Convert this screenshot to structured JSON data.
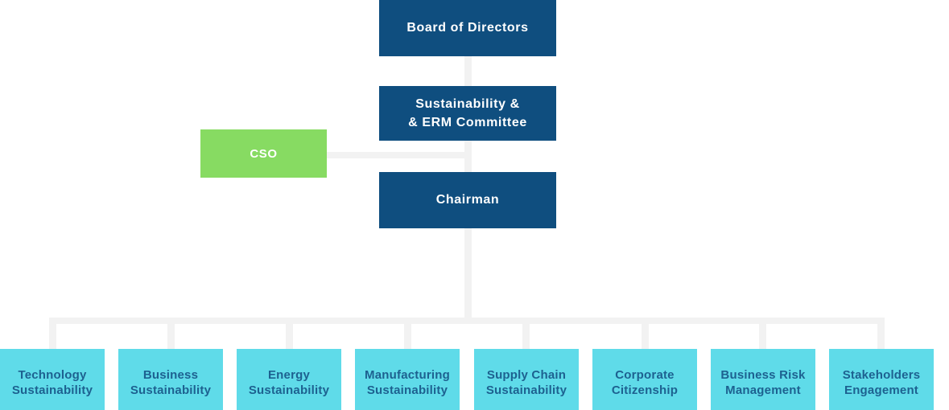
{
  "org_chart": {
    "nodes": {
      "board": {
        "label": "Board of Directors"
      },
      "committee": {
        "label": "Sustainability &\n& ERM Committee"
      },
      "cso": {
        "label": "CSO"
      },
      "chairman": {
        "label": "Chairman"
      }
    },
    "bottom_nodes": [
      {
        "label": "Technology\nSustainability"
      },
      {
        "label": "Business\nSustainability"
      },
      {
        "label": "Energy\nSustainability"
      },
      {
        "label": "Manufacturing\nSustainability"
      },
      {
        "label": "Supply Chain\nSustainability"
      },
      {
        "label": "Corporate\nCitizenship"
      },
      {
        "label": "Business Risk\nManagement"
      },
      {
        "label": "Stakeholders\nEngagement"
      }
    ]
  },
  "colors": {
    "navy_box": "#0f4e7f",
    "green_box": "#87db62",
    "cyan_box": "#5fdbe9",
    "cyan_box_text": "#1d6190",
    "white_text": "#ffffff",
    "connector_gray": "#f2f2f2",
    "background": "#ffffff"
  }
}
